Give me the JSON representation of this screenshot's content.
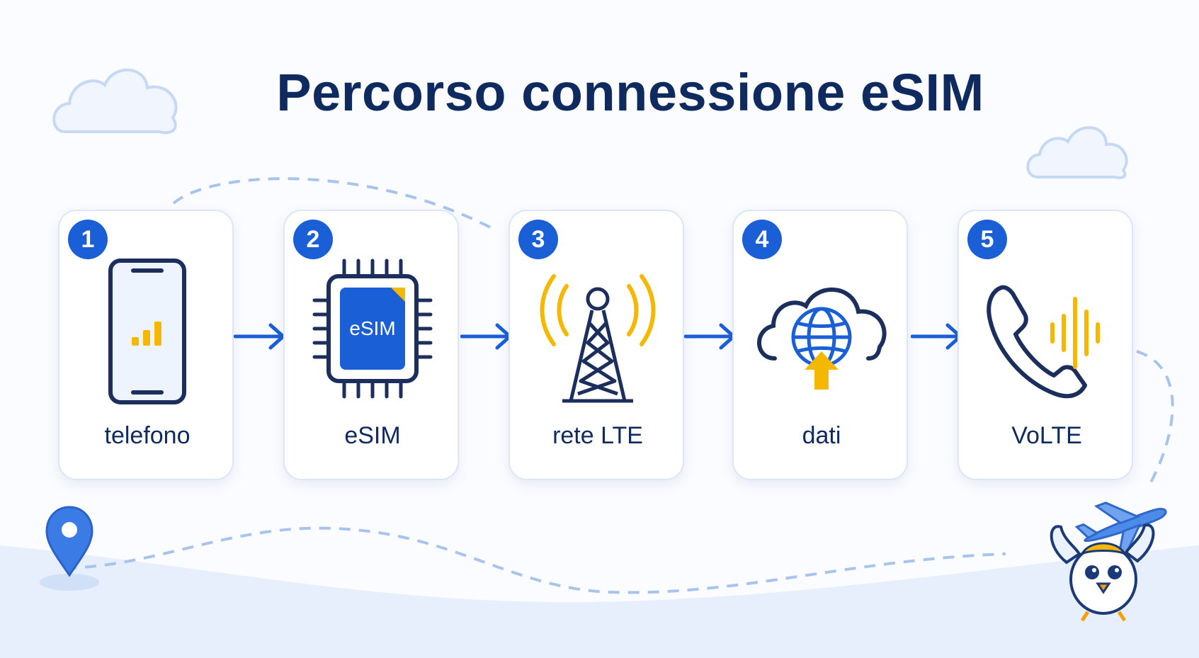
{
  "title": "Percorso connessione eSIM",
  "steps": [
    {
      "number": "1",
      "label": "telefono",
      "icon": "smartphone-icon"
    },
    {
      "number": "2",
      "label": "eSIM",
      "icon": "esim-chip-icon",
      "chip_text": "eSIM"
    },
    {
      "number": "3",
      "label": "rete LTE",
      "icon": "cell-tower-icon"
    },
    {
      "number": "4",
      "label": "dati",
      "icon": "cloud-globe-upload-icon"
    },
    {
      "number": "5",
      "label": "VoLTE",
      "icon": "phone-call-icon"
    }
  ],
  "colors": {
    "title": "#0f2a5f",
    "accent_blue": "#1a5fd6",
    "accent_yellow": "#f5b800",
    "dash": "#a9c4ec",
    "cloud": "#c5d8f4",
    "ground": "#e6effb"
  },
  "decorations": [
    "cloud-icon",
    "location-pin-icon",
    "airplane-icon",
    "bird-mascot-icon",
    "dashed-route"
  ]
}
